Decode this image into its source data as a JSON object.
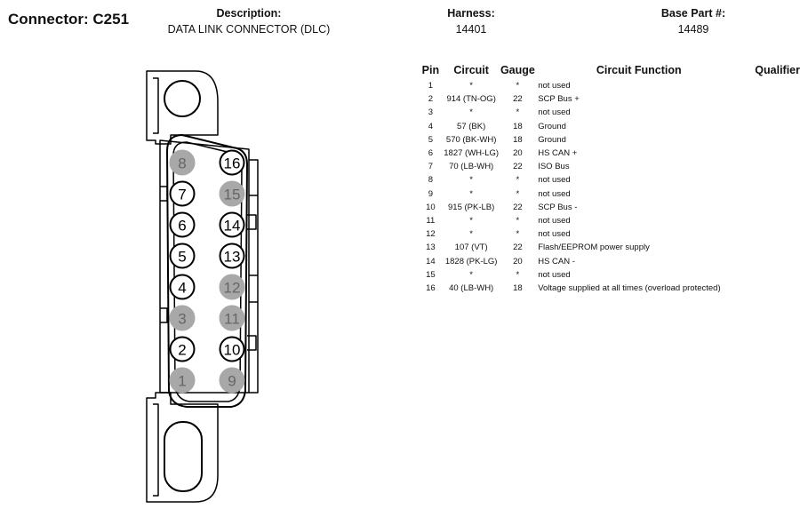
{
  "header": {
    "connector": "Connector: C251",
    "description_label": "Description:",
    "description": "DATA LINK CONNECTOR (DLC)",
    "harness_label": "Harness:",
    "harness": "14401",
    "base_part_label": "Base Part #:",
    "base_part": "14489"
  },
  "table": {
    "columns": [
      "Pin",
      "Circuit",
      "Gauge",
      "Circuit Function",
      "Qualifier"
    ],
    "rows": [
      {
        "pin": "1",
        "circuit": "*",
        "gauge": "*",
        "function": "not used",
        "qualifier": ""
      },
      {
        "pin": "2",
        "circuit": "914 (TN-OG)",
        "gauge": "22",
        "function": "SCP Bus +",
        "qualifier": ""
      },
      {
        "pin": "3",
        "circuit": "*",
        "gauge": "*",
        "function": "not used",
        "qualifier": ""
      },
      {
        "pin": "4",
        "circuit": "57 (BK)",
        "gauge": "18",
        "function": "Ground",
        "qualifier": ""
      },
      {
        "pin": "5",
        "circuit": "570 (BK-WH)",
        "gauge": "18",
        "function": "Ground",
        "qualifier": ""
      },
      {
        "pin": "6",
        "circuit": "1827 (WH-LG)",
        "gauge": "20",
        "function": "HS CAN +",
        "qualifier": ""
      },
      {
        "pin": "7",
        "circuit": "70 (LB-WH)",
        "gauge": "22",
        "function": "ISO Bus",
        "qualifier": ""
      },
      {
        "pin": "8",
        "circuit": "*",
        "gauge": "*",
        "function": "not used",
        "qualifier": ""
      },
      {
        "pin": "9",
        "circuit": "*",
        "gauge": "*",
        "function": "not used",
        "qualifier": ""
      },
      {
        "pin": "10",
        "circuit": "915 (PK-LB)",
        "gauge": "22",
        "function": "SCP Bus -",
        "qualifier": ""
      },
      {
        "pin": "11",
        "circuit": "*",
        "gauge": "*",
        "function": "not used",
        "qualifier": ""
      },
      {
        "pin": "12",
        "circuit": "*",
        "gauge": "*",
        "function": "not used",
        "qualifier": ""
      },
      {
        "pin": "13",
        "circuit": "107 (VT)",
        "gauge": "22",
        "function": "Flash/EEPROM power supply",
        "qualifier": ""
      },
      {
        "pin": "14",
        "circuit": "1828 (PK-LG)",
        "gauge": "20",
        "function": "HS CAN -",
        "qualifier": ""
      },
      {
        "pin": "15",
        "circuit": "*",
        "gauge": "*",
        "function": "not used",
        "qualifier": ""
      },
      {
        "pin": "16",
        "circuit": "40 (LB-WH)",
        "gauge": "18",
        "function": "Voltage supplied at all times (overload protected)",
        "qualifier": ""
      }
    ]
  },
  "connector_pins": [
    {
      "label": "8",
      "used": false
    },
    {
      "label": "16",
      "used": true
    },
    {
      "label": "7",
      "used": true
    },
    {
      "label": "15",
      "used": false
    },
    {
      "label": "6",
      "used": true
    },
    {
      "label": "14",
      "used": true
    },
    {
      "label": "5",
      "used": true
    },
    {
      "label": "13",
      "used": true
    },
    {
      "label": "4",
      "used": true
    },
    {
      "label": "12",
      "used": false
    },
    {
      "label": "3",
      "used": false
    },
    {
      "label": "11",
      "used": false
    },
    {
      "label": "2",
      "used": true
    },
    {
      "label": "10",
      "used": true
    },
    {
      "label": "1",
      "used": false
    },
    {
      "label": "9",
      "used": false
    }
  ],
  "colors": {
    "unused_pin": "#a8a8a8",
    "used_pin_outline": "#000000"
  }
}
